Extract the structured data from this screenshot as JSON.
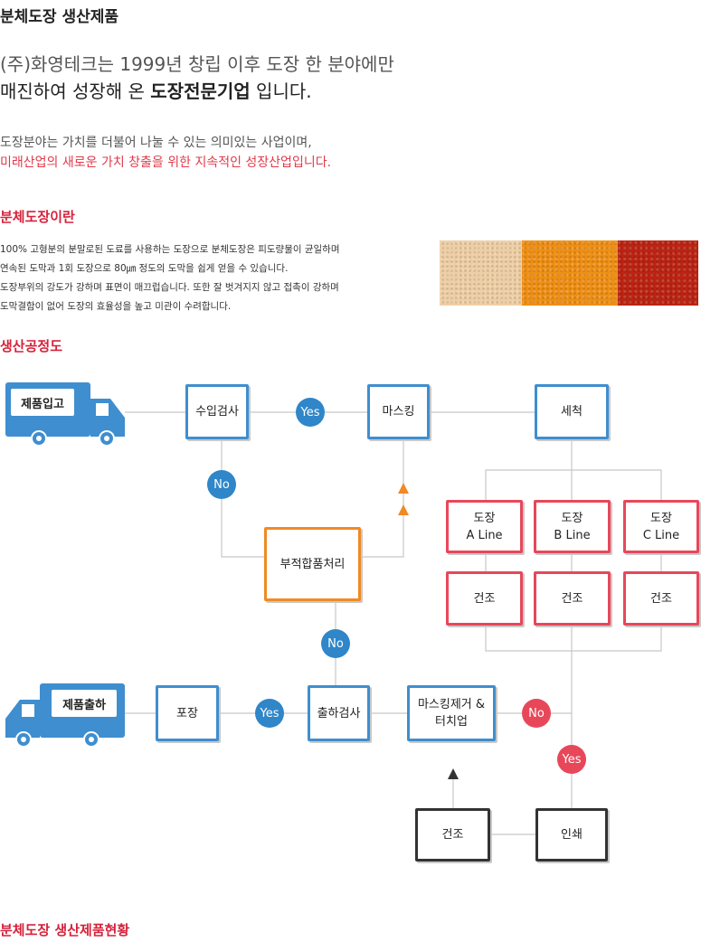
{
  "page_title": "분체도장 생산제품",
  "intro": {
    "line1": "(주)화영테크는 1999년 창립 이후 도장 한 분야에만",
    "line2_before": "매진하여 성장해 온 ",
    "line2_bold": "도장전문기업",
    "line2_after": " 입니다."
  },
  "sub": {
    "line1": "도장분야는 가치를 더불어 나눌 수 있는 의미있는 사업이며,",
    "line2": "미래산업의 새로운 가치 창출을 위한 지속적인 성장산업입니다."
  },
  "section1": {
    "heading": "분체도장이란",
    "lines": [
      "100% 고형분의 분말로된 도료를 사용하는 도장으로 분체도장은 피도량물이 균일하며",
      "연속된 도막과 1회 도장으로 80㎛ 정도의 도막을 쉽게 얻을 수 있습니다.",
      "도장부위의 강도가 강하며 표면이 매끄럽습니다. 또한 잘 벗겨지지 않고 접촉이 강하며",
      "도막결함이 없어 도장의 효율성을 높고 미관이 수려합니다."
    ],
    "swatches": [
      "#efcfa5",
      "#ef8f14",
      "#bc2312"
    ]
  },
  "section2": {
    "heading": "생산공정도",
    "nodes": {
      "receive": "제품입고",
      "inspect_in": "수입검사",
      "masking": "마스킹",
      "wash": "세척",
      "reject": "부적합품처리",
      "paint_a": "도장\nA Line",
      "paint_b": "도장\nB Line",
      "paint_c": "도장\nC Line",
      "dry_a": "건조",
      "dry_b": "건조",
      "dry_c": "건조",
      "ship": "제품출하",
      "pack": "포장",
      "inspect_out": "출하검사",
      "demask": "마스킹제거 &\n터치업",
      "dry_final": "건조",
      "print": "인쇄"
    },
    "badges": {
      "yes1": "Yes",
      "no1": "No",
      "no2": "No",
      "yes2": "Yes",
      "no3": "No",
      "yes3": "Yes"
    },
    "colors": {
      "blue": "#3f8ecf",
      "orange": "#f08a24",
      "red": "#e8475a",
      "dark": "#333333",
      "truck": "#3f8ecf"
    }
  },
  "section3": {
    "heading": "분체도장 생산제품현황"
  }
}
